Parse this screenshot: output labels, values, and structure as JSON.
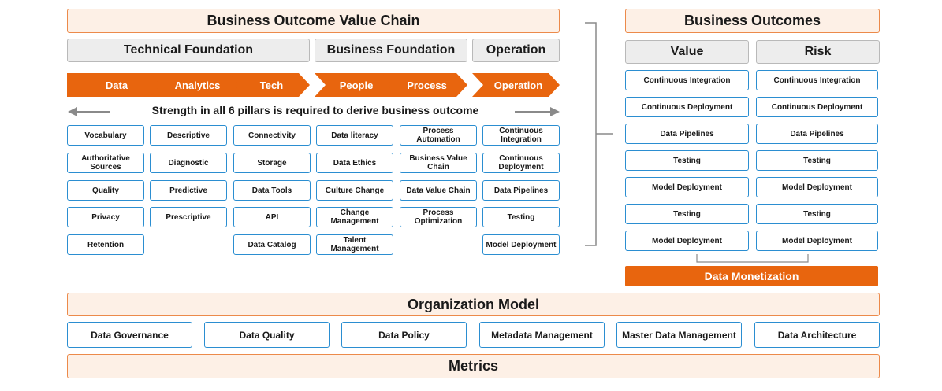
{
  "chain": {
    "title": "Business Outcome Value Chain",
    "foundations": [
      {
        "label": "Technical Foundation"
      },
      {
        "label": "Business Foundation"
      },
      {
        "label": "Operation"
      }
    ],
    "pillars": [
      {
        "label": "Data"
      },
      {
        "label": "Analytics"
      },
      {
        "label": "Tech"
      },
      {
        "label": "People"
      },
      {
        "label": "Process"
      },
      {
        "label": "Operation"
      }
    ],
    "strength_note": "Strength in all 6 pillars is required to derive business outcome",
    "columns": [
      {
        "items": [
          "Vocabulary",
          "Authoritative Sources",
          "Quality",
          "Privacy",
          "Retention"
        ]
      },
      {
        "items": [
          "Descriptive",
          "Diagnostic",
          "Predictive",
          "Prescriptive"
        ]
      },
      {
        "items": [
          "Connectivity",
          "Storage",
          "Data Tools",
          "API",
          "Data Catalog"
        ]
      },
      {
        "items": [
          "Data literacy",
          "Data Ethics",
          "Culture Change",
          "Change Management",
          "Talent Management"
        ]
      },
      {
        "items": [
          "Process Automation",
          "Business Value Chain",
          "Data Value Chain",
          "Process Optimization"
        ]
      },
      {
        "items": [
          "Continuous Integration",
          "Continuous Deployment",
          "Data Pipelines",
          "Testing",
          "Model Deployment"
        ]
      }
    ]
  },
  "outcomes": {
    "title": "Business Outcomes",
    "value": {
      "label": "Value",
      "items": [
        "Continuous Integration",
        "Continuous Deployment",
        "Data Pipelines",
        "Testing",
        "Model Deployment",
        "Testing",
        "Model Deployment"
      ]
    },
    "risk": {
      "label": "Risk",
      "items": [
        "Continuous Integration",
        "Continuous Deployment",
        "Data Pipelines",
        "Testing",
        "Model Deployment",
        "Testing",
        "Model Deployment"
      ]
    },
    "monetization": "Data Monetization"
  },
  "org": {
    "title": "Organization Model",
    "items": [
      "Data Governance",
      "Data Quality",
      "Data Policy",
      "Metadata Management",
      "Master Data Management",
      "Data Architecture"
    ]
  },
  "metrics": {
    "title": "Metrics"
  },
  "colors": {
    "accent_orange": "#e8650e",
    "banner_fill": "#fdf0e6",
    "cell_border": "#2b8ed1",
    "gray_fill": "#ededed"
  }
}
